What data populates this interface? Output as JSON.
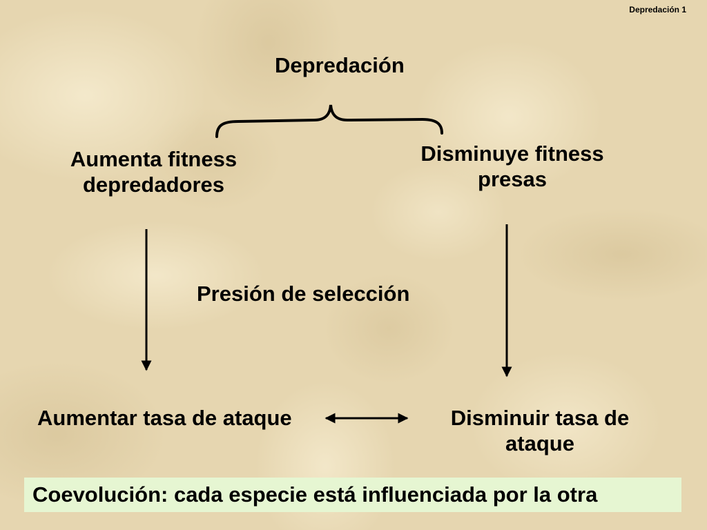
{
  "slide_label": "Depredación 1",
  "title": "Depredación",
  "left_effect": "Aumenta fitness depredadores",
  "right_effect": "Disminuye fitness presas",
  "center_label": "Presión de selección",
  "left_outcome": "Aumentar tasa de ataque",
  "right_outcome": "Disminuir tasa de ataque",
  "conclusion": "Coevolución: cada especie está influenciada por la otra",
  "colors": {
    "background": "#e6d6b0",
    "conclusion_box": "#e6f6d2",
    "text": "#000000"
  }
}
